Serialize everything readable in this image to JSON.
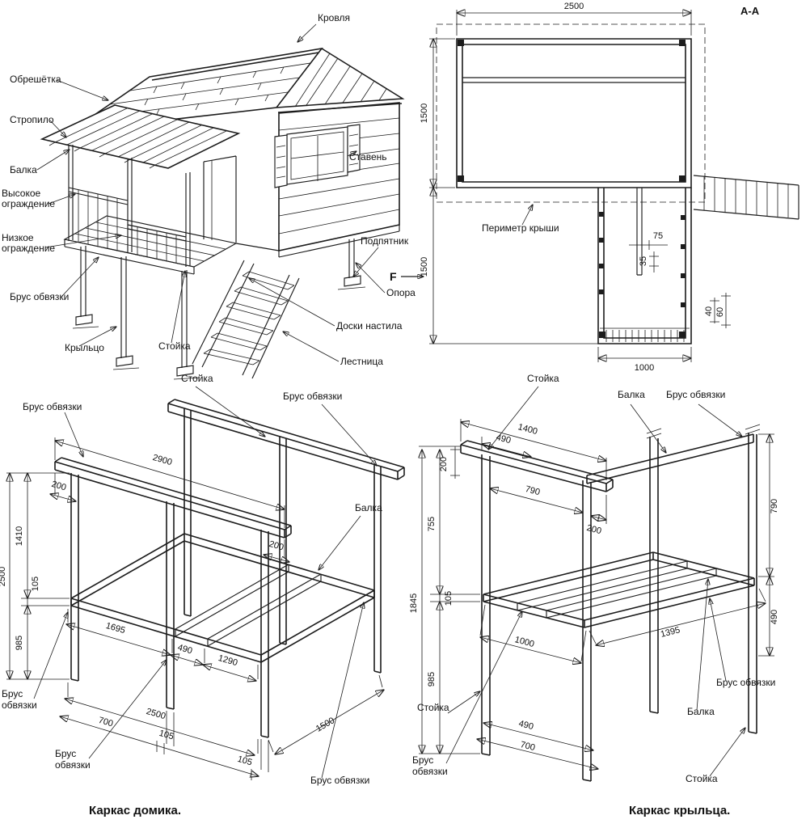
{
  "page": {
    "background": "#ffffff",
    "ink": "#1c1c1c"
  },
  "house_view": {
    "labels": {
      "krovlya": "Кровля",
      "obreshetka": "Обрешётка",
      "stropilo": "Стропило",
      "balka": "Балка",
      "vysokoe_line1": "Высокое",
      "vysokoe_line2": "ограждение",
      "nizkoe_line1": "Низкое",
      "nizkoe_line2": "ограждение",
      "brus_obvyazki": "Брус обвязки",
      "kryltso": "Крыльцо",
      "stoyka": "Стойка",
      "staven": "Ставень",
      "podpyatnik": "Подпятник",
      "opora": "Опора",
      "doski_nastila": "Доски настила",
      "lestnitsa": "Лестница"
    }
  },
  "plan_view": {
    "section_label": "А-А",
    "view_direction_label": "F",
    "roof_perimeter_label": "Периметр крыши",
    "dims": {
      "top_width": "2500",
      "left_upper": "1500",
      "left_lower": "1500",
      "porch_width": "1000",
      "gap": "75",
      "board": "35",
      "step_40": "40",
      "step_60": "60"
    }
  },
  "house_frame": {
    "caption": "Каркас домика.",
    "labels": {
      "stoyka": "Стойка",
      "brus_top_left": "Брус обвязки",
      "brus_top_right": "Брус обвязки",
      "balka": "Балка",
      "brus_bottom_left_line1": "Брус",
      "brus_bottom_left_line2": "обвязки",
      "brus_bottom_mid_line1": "Брус",
      "brus_bottom_mid_line2": "обвязки",
      "brus_bottom_right": "Брус обвязки"
    },
    "dims": {
      "top_length": "2900",
      "overhang_left": "200",
      "overhang_right": "200",
      "upper_height": "1410",
      "total_height": "2500",
      "floor_thickness": "105",
      "lower_height": "985",
      "bay_1": "1695",
      "bay_2": "490",
      "bay_3": "1290",
      "bottom_width": "2500",
      "post_spacing": "700",
      "post_width_1": "105",
      "post_width_2": "105",
      "depth": "1500"
    }
  },
  "porch_frame": {
    "caption": "Каркас крыльца.",
    "labels": {
      "stoyka_top": "Стойка",
      "balka_top": "Балка",
      "brus_top_right": "Брус обвязки",
      "brus_right": "Брус обвязки",
      "balka_bottom": "Балка",
      "stoyka_left": "Стойка",
      "brus_bottom_line1": "Брус",
      "brus_bottom_line2": "обвязки",
      "stoyka_bottom": "Стойка"
    },
    "dims": {
      "beam_length": "1400",
      "top_spacing": "490",
      "overhang_left": "200",
      "post_span": "790",
      "overhang_right": "200",
      "upper_height": "755",
      "total_height": "1845",
      "floor_thickness": "105",
      "lower_height": "985",
      "right_upper": "790",
      "right_lower": "490",
      "floor_width": "1000",
      "floor_depth": "1395",
      "bottom_spacing": "490",
      "bottom_span": "700"
    }
  }
}
